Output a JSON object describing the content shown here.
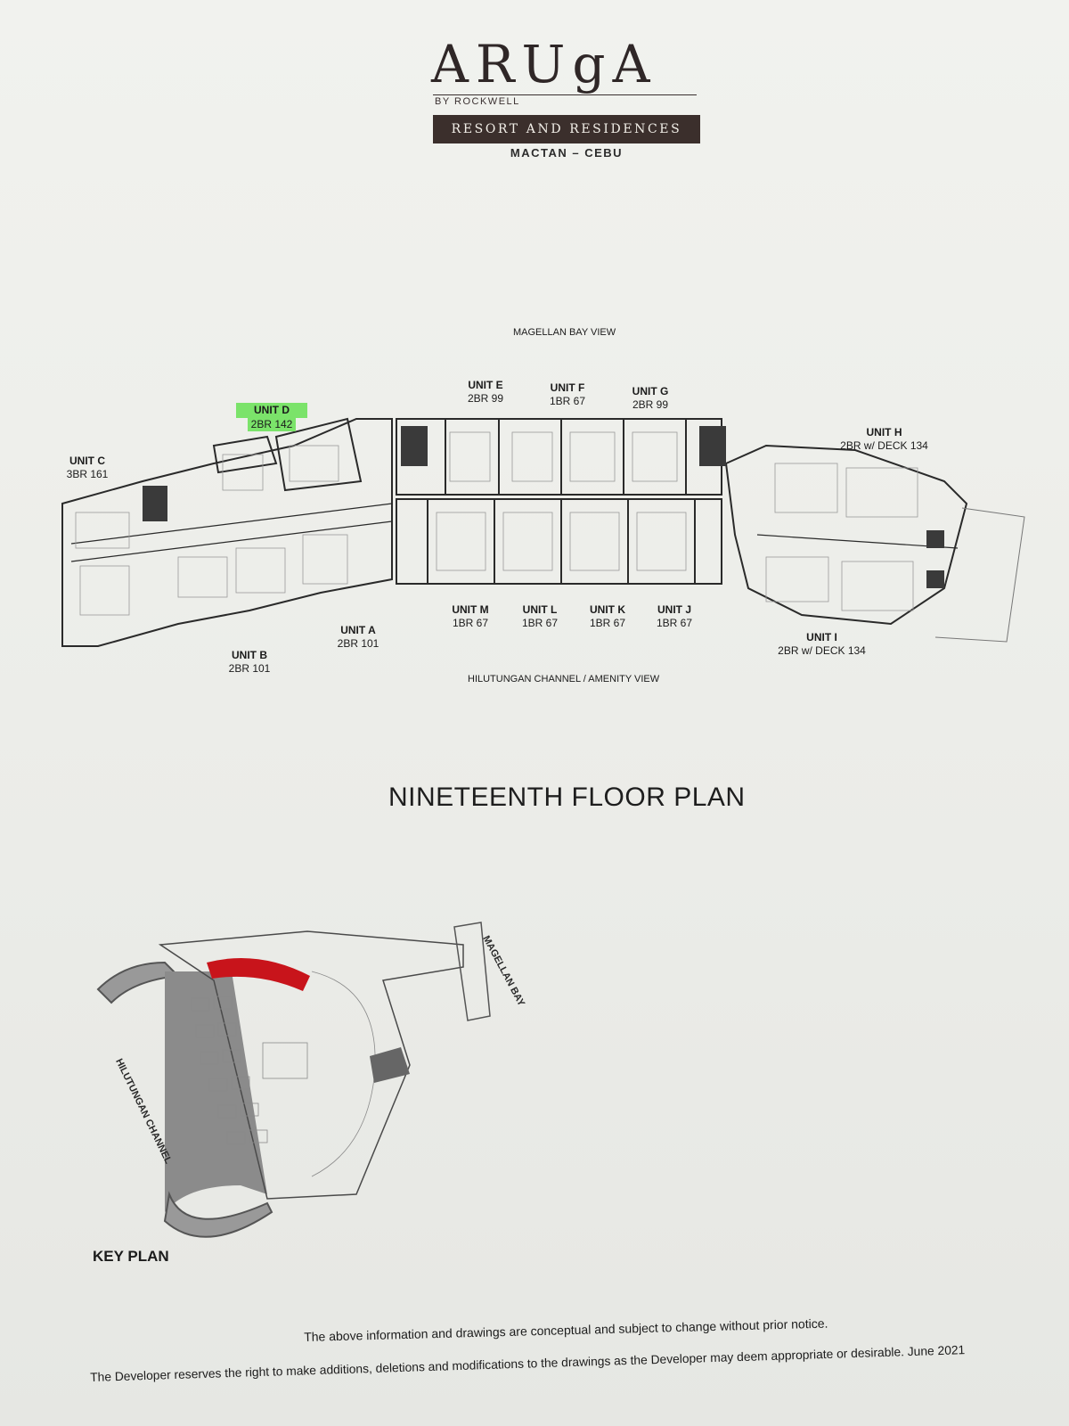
{
  "header": {
    "logo_word": "ARUgA",
    "byline": "BY ROCKWELL",
    "band": "RESORT AND RESIDENCES",
    "location": "MACTAN – CEBU"
  },
  "views": {
    "top": "MAGELLAN BAY VIEW",
    "bottom": "HILUTUNGAN CHANNEL / AMENITY VIEW"
  },
  "units": [
    {
      "name": "UNIT C",
      "spec": "3BR 161"
    },
    {
      "name": "UNIT D",
      "spec": "2BR 142",
      "highlighted": true,
      "highlight_color": "#7be36a"
    },
    {
      "name": "UNIT E",
      "spec": "2BR 99"
    },
    {
      "name": "UNIT F",
      "spec": "1BR 67"
    },
    {
      "name": "UNIT G",
      "spec": "2BR 99"
    },
    {
      "name": "UNIT H",
      "spec": "2BR w/ DECK 134"
    },
    {
      "name": "UNIT B",
      "spec": "2BR 101"
    },
    {
      "name": "UNIT A",
      "spec": "2BR 101"
    },
    {
      "name": "UNIT M",
      "spec": "1BR 67"
    },
    {
      "name": "UNIT L",
      "spec": "1BR 67"
    },
    {
      "name": "UNIT K",
      "spec": "1BR 67"
    },
    {
      "name": "UNIT J",
      "spec": "1BR 67"
    },
    {
      "name": "UNIT I",
      "spec": "2BR w/ DECK 134"
    }
  ],
  "floor_title": "NINETEENTH FLOOR PLAN",
  "key_plan": {
    "label": "KEY PLAN",
    "magellan": "MAGELLAN BAY",
    "channel": "HILUTUNGAN CHANNEL",
    "highlight_color": "#c8141b"
  },
  "disclaimer": {
    "line1": "The above information and drawings are conceptual and subject to change without prior notice.",
    "line2": "The Developer reserves the right to make additions, deletions and modifications to the drawings as the Developer may deem appropriate or desirable. June 2021"
  }
}
